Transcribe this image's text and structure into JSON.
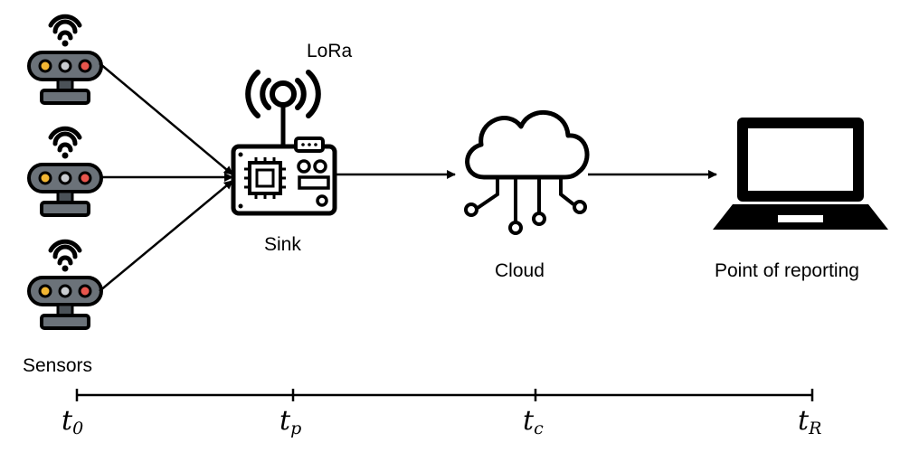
{
  "labels": {
    "lora": "LoRa",
    "sink": "Sink",
    "sensors": "Sensors",
    "cloud": "Cloud",
    "reporting": "Point of reporting"
  },
  "timeline": {
    "t0": {
      "base": "t",
      "sub": "0"
    },
    "tp": {
      "base": "t",
      "sub": "p"
    },
    "tc": {
      "base": "t",
      "sub": "c"
    },
    "tR": {
      "base": "t",
      "sub": "R"
    }
  },
  "colors": {
    "sensor_body": "#6b7279",
    "led_yellow": "#f2b632",
    "led_gray": "#c9ccd0",
    "led_red": "#e8554c",
    "ink": "#000000"
  }
}
